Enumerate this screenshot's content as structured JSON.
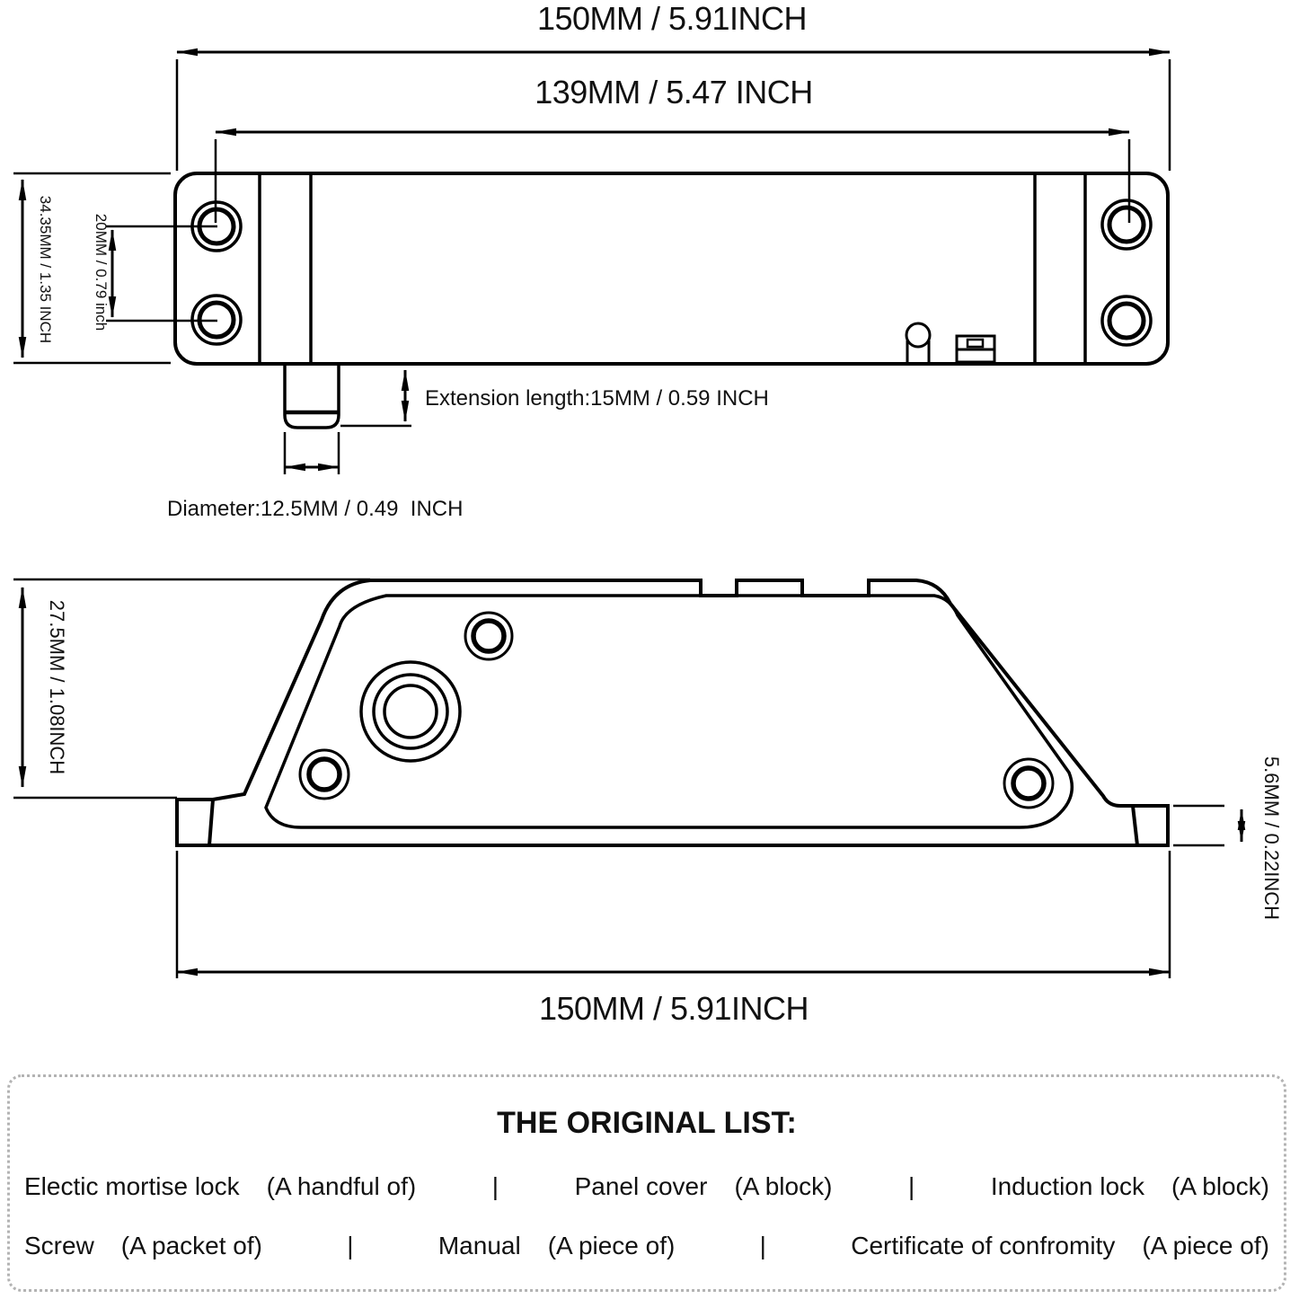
{
  "colors": {
    "line": "#000000",
    "text": "#111111",
    "dotted_border": "#b3b3b3",
    "background": "#ffffff"
  },
  "top_view": {
    "width_total": "150MM / 5.91INCH",
    "width_holes": "139MM / 5.47 INCH",
    "height_total": "34.35MM / 1.35 INCH",
    "hole_spacing": "20MM / 0.79 inch",
    "extension_length": "Extension length:15MM / 0.59 INCH",
    "bolt_diameter": "Diameter:12.5MM / 0.49  INCH"
  },
  "side_view": {
    "height_total": "27.5MM / 1.08INCH",
    "plate_thickness": "5.6MM / 0.22INCH",
    "width_total": "150MM / 5.91INCH"
  },
  "package_list": {
    "title": "THE ORIGINAL LIST:",
    "separator": "|",
    "rows": [
      {
        "items": [
          {
            "name": "Electic mortise lock",
            "qty": "(A handful of)"
          },
          {
            "name": "Panel cover",
            "qty": "(A block)"
          },
          {
            "name": "Induction lock",
            "qty": "(A block)"
          }
        ]
      },
      {
        "items": [
          {
            "name": "Screw",
            "qty": "(A packet of)"
          },
          {
            "name": "Manual",
            "qty": "(A piece of)"
          },
          {
            "name": "Certificate of confromity",
            "qty": "(A piece of)"
          }
        ]
      }
    ]
  }
}
